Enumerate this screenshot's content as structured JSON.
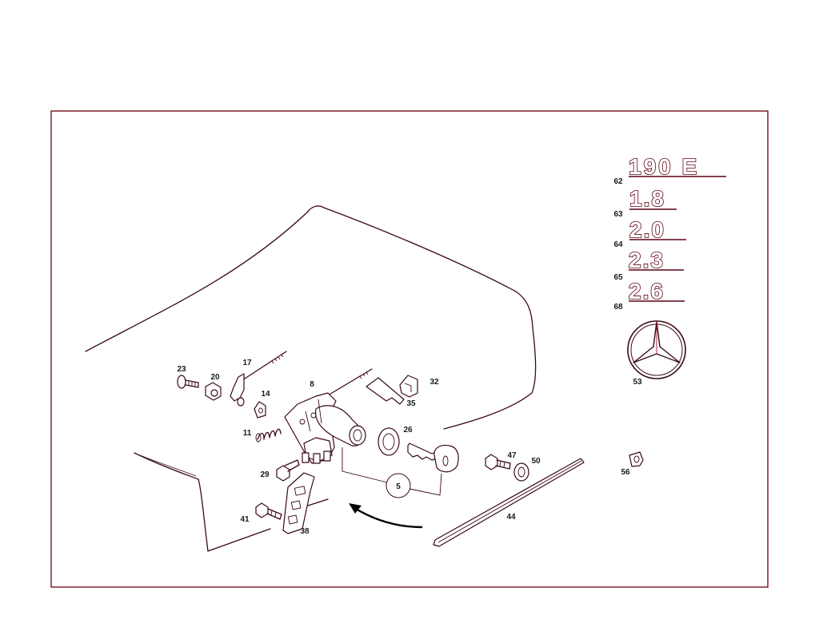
{
  "colors": {
    "frame": "#7a0f1f",
    "ink": "#3a0a14",
    "badge_outline": "#5a0010",
    "background": "#ffffff"
  },
  "parts": {
    "p5": "5",
    "p8": "8",
    "p11": "11",
    "p14": "14",
    "p17": "17",
    "p20": "20",
    "p23": "23",
    "p26": "26",
    "p29": "29",
    "p32": "32",
    "p35": "35",
    "p38": "38",
    "p41": "41",
    "p44": "44",
    "p47": "47",
    "p50": "50",
    "p53": "53",
    "p56": "56",
    "p62": "62",
    "p63": "63",
    "p64": "64",
    "p65": "65",
    "p68": "68"
  },
  "badges": {
    "b62": "190 E",
    "b63": "1.8",
    "b64": "2.0",
    "b65": "2.3",
    "b68": "2.6"
  },
  "icons": {
    "star": "mercedes-star-icon",
    "arrow": "direction-arrow-icon"
  }
}
